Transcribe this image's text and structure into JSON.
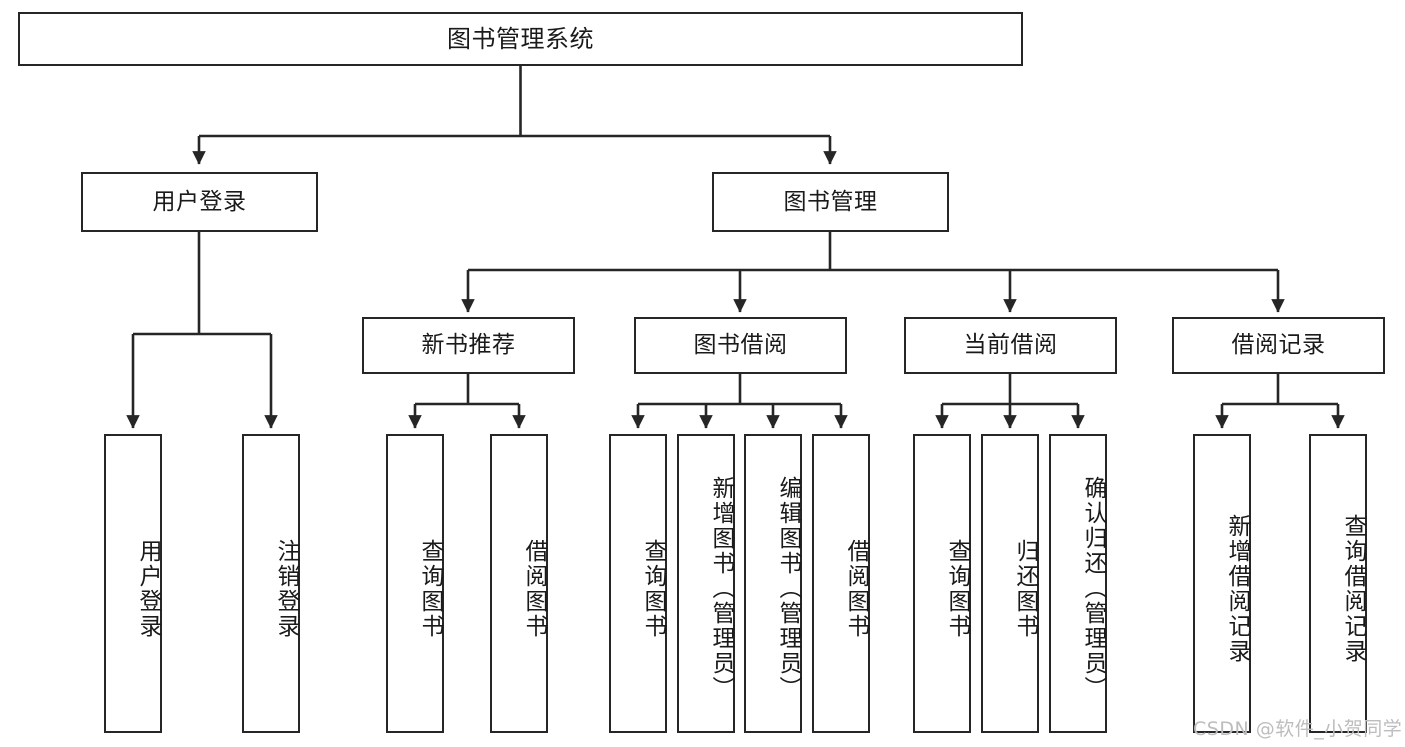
{
  "diagram": {
    "title": "图书管理系统",
    "watermark": "CSDN @软件_小贺同学",
    "line_color": "#262626",
    "text_color": "#1a1a1a",
    "background_color": "#ffffff",
    "watermark_color": "#bdbdbd"
  },
  "nodes": {
    "root": {
      "label": "图书管理系统"
    },
    "level2": [
      {
        "id": "user-login",
        "label": "用户登录"
      },
      {
        "id": "book-manage",
        "label": "图书管理"
      }
    ],
    "level3": [
      {
        "id": "new-book-recommend",
        "label": "新书推荐"
      },
      {
        "id": "book-borrow",
        "label": "图书借阅"
      },
      {
        "id": "current-borrow",
        "label": "当前借阅"
      },
      {
        "id": "borrow-record",
        "label": "借阅记录"
      }
    ],
    "leaves": {
      "user_login": [
        {
          "id": "leaf-user-login",
          "label": "用户登录"
        },
        {
          "id": "leaf-logout-login",
          "label": "注销登录"
        }
      ],
      "new_book_recommend": [
        {
          "id": "leaf-query-book-1",
          "label": "查询图书"
        },
        {
          "id": "leaf-borrow-book-1",
          "label": "借阅图书"
        }
      ],
      "book_borrow": [
        {
          "id": "leaf-query-book-2",
          "label": "查询图书"
        },
        {
          "id": "leaf-add-book",
          "label": "新增图书（管理员）"
        },
        {
          "id": "leaf-edit-book",
          "label": "编辑图书（管理员）"
        },
        {
          "id": "leaf-borrow-book-2",
          "label": "借阅图书"
        }
      ],
      "current_borrow": [
        {
          "id": "leaf-query-book-3",
          "label": "查询图书"
        },
        {
          "id": "leaf-return-book",
          "label": "归还图书"
        },
        {
          "id": "leaf-confirm-return",
          "label": "确认归还（管理员）"
        }
      ],
      "borrow_record": [
        {
          "id": "leaf-add-record",
          "label": "新增借阅记录"
        },
        {
          "id": "leaf-query-record",
          "label": "查询借阅记录"
        }
      ]
    }
  }
}
